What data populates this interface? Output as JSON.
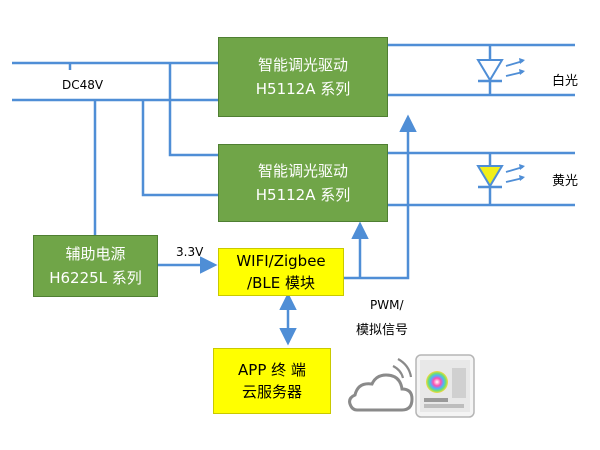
{
  "driver_top": {
    "line1": "智能调光驱动",
    "line2": "H5112A  系列"
  },
  "driver_mid": {
    "line1": "智能调光驱动",
    "line2": "H5112A  系列"
  },
  "aux_power": {
    "line1": "辅助电源",
    "line2": "H6225L 系列"
  },
  "wireless_module": {
    "line1": "WIFI/Zigbee",
    "line2": "/BLE 模块"
  },
  "app_cloud": {
    "line1": "APP  终  端",
    "line2": "云服务器"
  },
  "labels": {
    "dc_input": "DC48V",
    "voltage_3v3": "3.3V",
    "pwm": "PWM/",
    "analog": "模拟信号",
    "white_light": "白光",
    "yellow_light": "黄光"
  },
  "colors": {
    "wire": "#4f8ed6",
    "driver_fill": "#70a548",
    "module_fill": "#ffff00",
    "led_yellow": "#f2ef1a"
  },
  "icons": [
    "cloud-icon",
    "tablet-app-icon"
  ]
}
